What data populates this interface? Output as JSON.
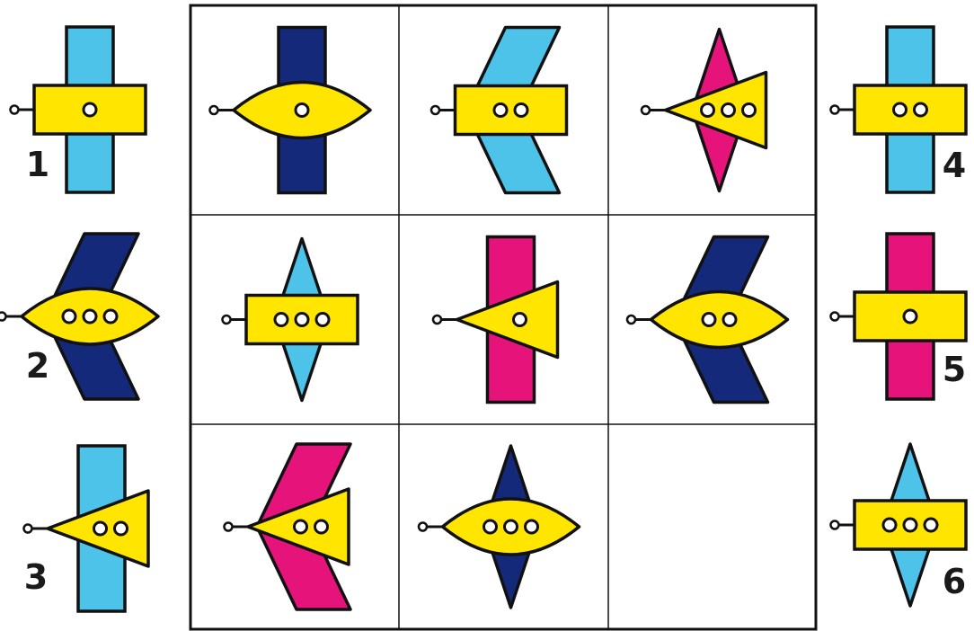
{
  "colors": {
    "yellow": "#ffe500",
    "navy": "#15297a",
    "lightblue": "#4ec3ea",
    "magenta": "#e5137a",
    "outline": "#111111"
  },
  "grid": {
    "cells": [
      {
        "wing": "rect",
        "wing_color": "navy",
        "body": "lens",
        "dots": 1
      },
      {
        "wing": "swept",
        "wing_color": "lightblue",
        "body": "rect",
        "dots": 2
      },
      {
        "wing": "diamond",
        "wing_color": "magenta",
        "body": "triangle",
        "dots": 3
      },
      {
        "wing": "diamond",
        "wing_color": "lightblue",
        "body": "rect",
        "dots": 3
      },
      {
        "wing": "rect",
        "wing_color": "magenta",
        "body": "triangle",
        "dots": 1
      },
      {
        "wing": "swept",
        "wing_color": "navy",
        "body": "lens",
        "dots": 2
      },
      {
        "wing": "swept",
        "wing_color": "magenta",
        "body": "triangle",
        "dots": 2
      },
      {
        "wing": "diamond",
        "wing_color": "navy",
        "body": "lens",
        "dots": 3
      },
      null
    ]
  },
  "options": [
    {
      "label": "1",
      "wing": "rect",
      "wing_color": "lightblue",
      "body": "rect",
      "dots": 1
    },
    {
      "label": "2",
      "wing": "swept",
      "wing_color": "navy",
      "body": "lens",
      "dots": 3
    },
    {
      "label": "3",
      "wing": "rect",
      "wing_color": "lightblue",
      "body": "triangle",
      "dots": 2
    },
    {
      "label": "4",
      "wing": "rect",
      "wing_color": "lightblue",
      "body": "rect",
      "dots": 2
    },
    {
      "label": "5",
      "wing": "rect",
      "wing_color": "magenta",
      "body": "rect",
      "dots": 1
    },
    {
      "label": "6",
      "wing": "diamond",
      "wing_color": "lightblue",
      "body": "rect",
      "dots": 3
    }
  ]
}
